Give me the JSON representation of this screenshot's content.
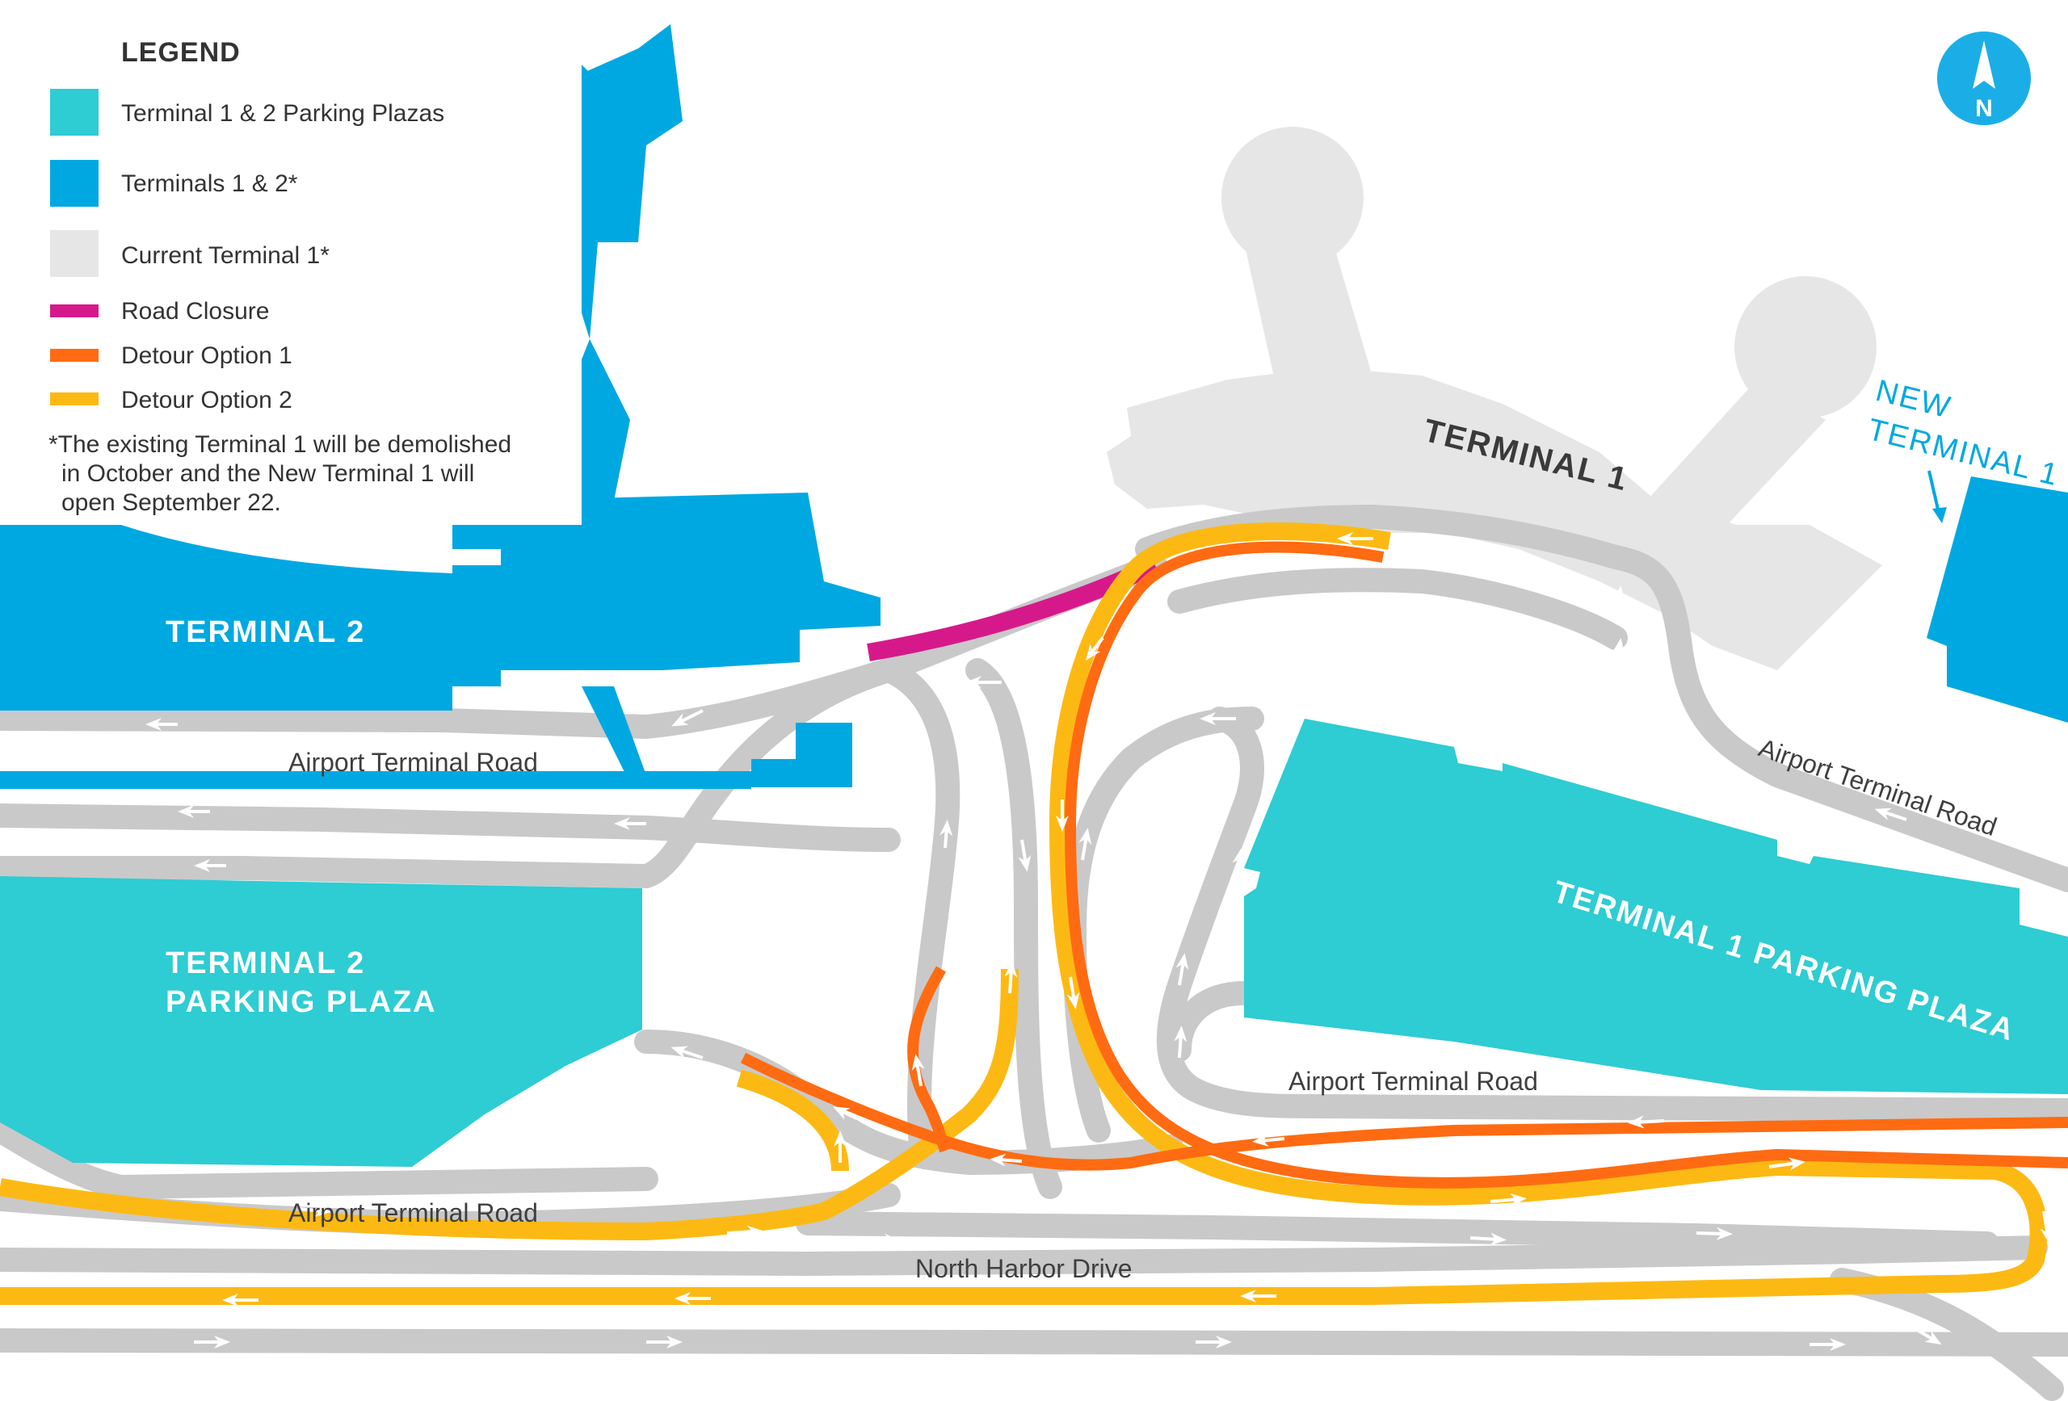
{
  "legend": {
    "title": "LEGEND",
    "items": [
      {
        "label": "Terminal 1 & 2 Parking Plazas",
        "color": "#2ECCD3"
      },
      {
        "label": "Terminals 1 & 2*",
        "color": "#00A8E1"
      },
      {
        "label": "Current Terminal 1*",
        "color": "#E6E6E6"
      },
      {
        "label": "Road Closure",
        "color": "#D6198A"
      },
      {
        "label": "Detour Option 1",
        "color": "#FF6B12"
      },
      {
        "label": "Detour Option 2",
        "color": "#FDB913"
      }
    ],
    "note": [
      "*The existing Terminal 1 will be demolished",
      "in October and the New Terminal 1 will",
      "open September 22."
    ]
  },
  "areas": {
    "terminal_2": "TERMINAL 2",
    "terminal_2_parking": [
      "TERMINAL 2",
      "PARKING PLAZA"
    ],
    "terminal_1": "TERMINAL 1",
    "new_terminal_1": [
      "NEW",
      "TERMINAL 1"
    ],
    "terminal_1_parking": "TERMINAL 1 PARKING PLAZA"
  },
  "roads": {
    "airport_terminal_road_1": "Airport Terminal Road",
    "airport_terminal_road_2": "Airport Terminal Road",
    "airport_terminal_road_3": "Airport Terminal Road",
    "airport_terminal_road_4": "Airport Terminal Road",
    "north_harbor_drive": "North Harbor Drive"
  },
  "compass": {
    "letter": "N",
    "icon": "north-arrow-icon"
  },
  "colors": {
    "road": "#C9C9C9",
    "parking": "#2ECCD3",
    "terminal": "#00A8E1",
    "current_terminal": "#E6E6E6",
    "closure": "#D6198A",
    "detour1": "#FF6B12",
    "detour2": "#FDB913"
  }
}
